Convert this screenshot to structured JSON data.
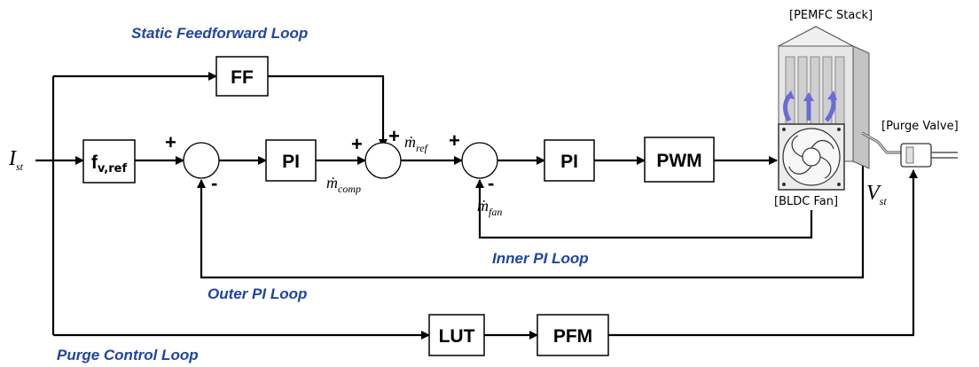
{
  "loops": {
    "feedforward": "Static Feedforward Loop",
    "inner": "Inner PI Loop",
    "outer": "Outer PI Loop",
    "purge": "Purge Control Loop"
  },
  "blocks": {
    "ff": "FF",
    "fvref_main": "f",
    "fvref_sub": "v,ref",
    "pi_outer": "PI",
    "pi_inner": "PI",
    "pwm": "PWM",
    "lut": "LUT",
    "pfm": "PFM"
  },
  "signals": {
    "ist_main": "I",
    "ist_sub": "st",
    "vst_main": "V",
    "vst_sub": "st",
    "mdot": "ṁ",
    "comp_sub": "comp",
    "ref_sub": "ref",
    "fan_sub": "fan"
  },
  "signs": {
    "plus": "+",
    "minus": "-"
  },
  "hardware": {
    "stack": "[PEMFC Stack]",
    "fan": "[BLDC Fan]",
    "valve": "[Purge Valve]"
  }
}
